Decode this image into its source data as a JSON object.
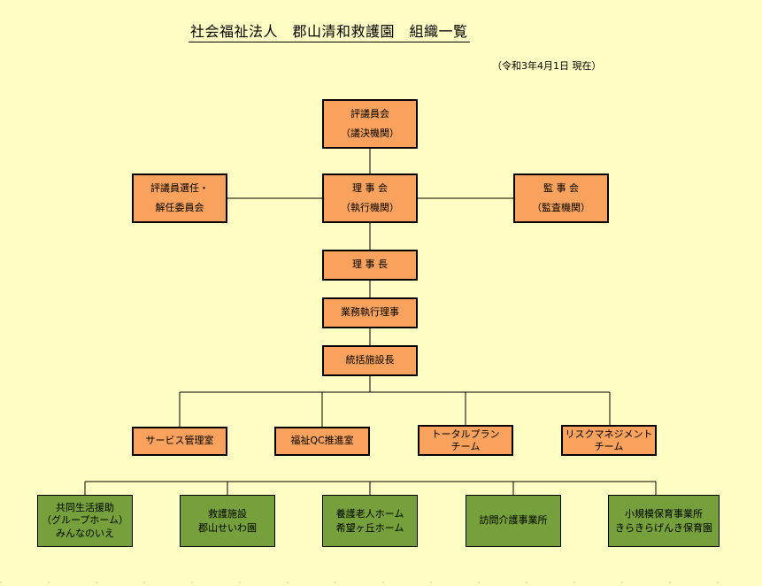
{
  "title": "社会福祉法人　郡山清和救護園　組織一覧",
  "date_note": "（令和3年4月1日 現在）",
  "nodes": {
    "council": {
      "line1": "評議員会",
      "line2": "（議決機関）"
    },
    "selection_committee": {
      "line1": "評議員選任・",
      "line2": "解任委員会"
    },
    "board": {
      "line1": "理 事 会",
      "line2": "（執行機関）"
    },
    "auditors": {
      "line1": "監 事 会",
      "line2": "（監査機関）"
    },
    "chairman": {
      "line1": "理 事 長"
    },
    "executive_director": {
      "line1": "業務執行理事"
    },
    "general_director": {
      "line1": "統括施設長"
    },
    "service_management": {
      "line1": "サービス管理室"
    },
    "qc_office": {
      "line1": "福祉QC推進室"
    },
    "total_plan_team": {
      "line1": "トータルプラン",
      "line2": "チーム"
    },
    "risk_team": {
      "line1": "リスクマネジメント",
      "line2": "チーム"
    },
    "group_home": {
      "line1": "共同生活援助",
      "line2": "（グループホーム）",
      "line3": "みんなのいえ"
    },
    "relief_facility": {
      "line1": "救護施設",
      "line2": "郡山せいわ園"
    },
    "elderly_home": {
      "line1": "養護老人ホーム",
      "line2": "希望ヶ丘ホーム"
    },
    "home_care": {
      "line1": "訪問介護事業所"
    },
    "nursery": {
      "line1": "小規模保育事業所",
      "line2": "きらきらげんき保育園"
    }
  },
  "colors": {
    "background": "#fefdc3",
    "management_box": "#f8a25d",
    "facility_box": "#75a03b"
  }
}
